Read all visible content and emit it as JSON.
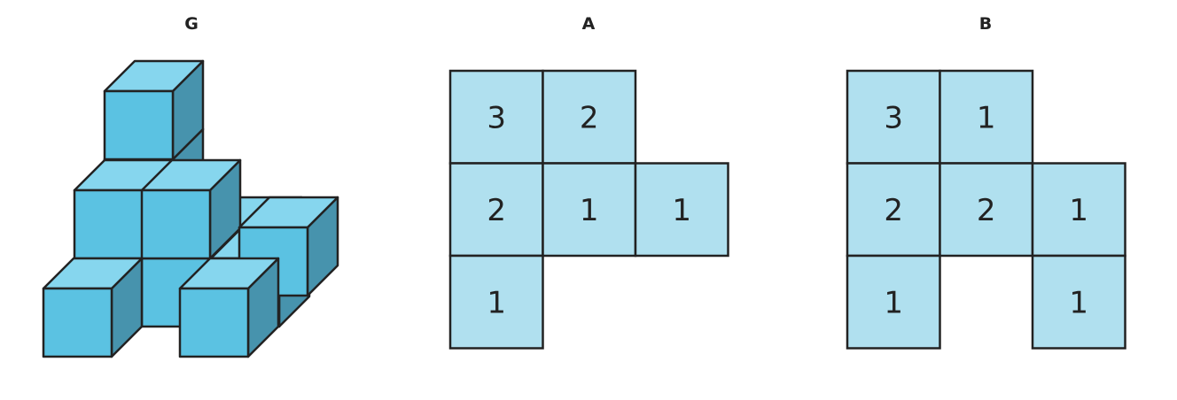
{
  "colors": {
    "outline": "#222222",
    "cube_front": "#5bc2e2",
    "cube_top": "#86d6ee",
    "cube_side": "#4793ad",
    "grid_fill": "#b0e0ef"
  },
  "figure_g": {
    "title": "G"
  },
  "grid_a": {
    "title": "A",
    "cells": [
      {
        "row": 0,
        "col": 0,
        "value": "3"
      },
      {
        "row": 0,
        "col": 1,
        "value": "2"
      },
      {
        "row": 1,
        "col": 0,
        "value": "2"
      },
      {
        "row": 1,
        "col": 1,
        "value": "1"
      },
      {
        "row": 1,
        "col": 2,
        "value": "1"
      },
      {
        "row": 2,
        "col": 0,
        "value": "1"
      }
    ]
  },
  "grid_b": {
    "title": "B",
    "cells": [
      {
        "row": 0,
        "col": 0,
        "value": "3"
      },
      {
        "row": 0,
        "col": 1,
        "value": "1"
      },
      {
        "row": 1,
        "col": 0,
        "value": "2"
      },
      {
        "row": 1,
        "col": 1,
        "value": "2"
      },
      {
        "row": 1,
        "col": 2,
        "value": "1"
      },
      {
        "row": 2,
        "col": 0,
        "value": "1"
      },
      {
        "row": 2,
        "col": 2,
        "value": "1"
      }
    ]
  }
}
